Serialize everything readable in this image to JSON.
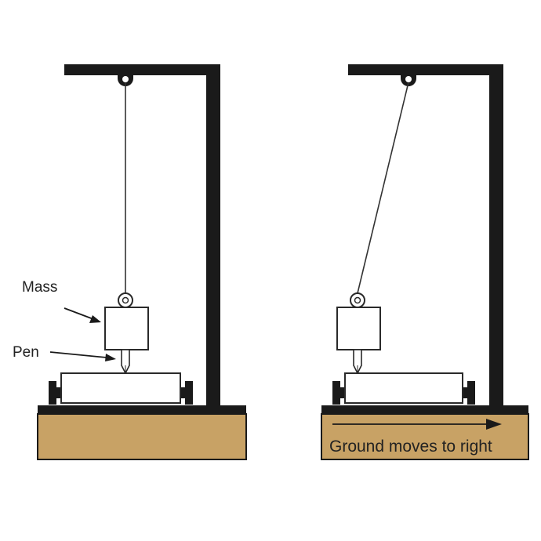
{
  "labels": {
    "mass": "Mass",
    "pen": "Pen",
    "ground_motion": "Ground moves to right"
  },
  "colors": {
    "frame": "#1a1a1a",
    "ground": "#c8a265",
    "outline": "#2a2a2a",
    "background": "#ffffff"
  },
  "panels": [
    {
      "name": "at-rest",
      "string": "vertical"
    },
    {
      "name": "ground-moving",
      "string": "tilted"
    }
  ]
}
